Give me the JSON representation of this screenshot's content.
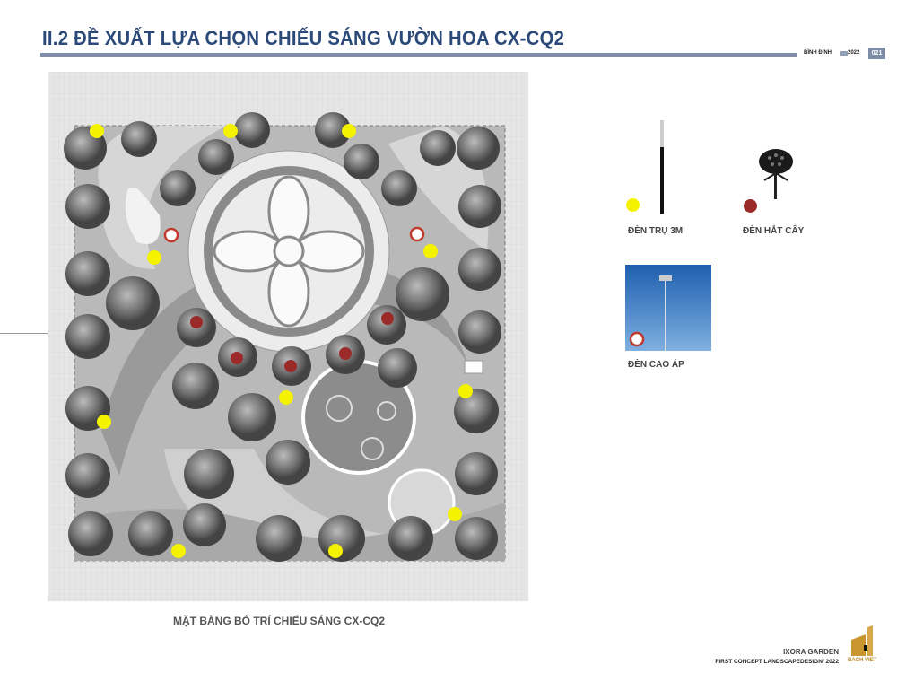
{
  "header": {
    "title": "II.2 ĐỀ XUẤT LỰA CHỌN CHIẾU SÁNG VƯỜN HOA CX-CQ2",
    "location": "BÌNH ĐỊNH",
    "year": "2022",
    "page_number": "021"
  },
  "plan": {
    "caption": "MẶT BẰNG BỐ TRÍ CHIẾU SÁNG CX-CQ2"
  },
  "legend": {
    "items": [
      {
        "label": "ĐÈN TRỤ 3M",
        "color": "#f5f200",
        "icon": "post-light-icon"
      },
      {
        "label": "ĐÈN HẮT CÂY",
        "color": "#9b2a2a",
        "icon": "spotlight-icon"
      },
      {
        "label": "ĐÈN CAO ÁP",
        "color": "#c0392b",
        "icon": "high-mast-light-icon"
      }
    ]
  },
  "footer": {
    "project": "IXORA GARDEN",
    "subtitle": "FIRST CONCEPT LANDSCAPEDESIGN/ 2022",
    "logo_text": "BACH VIET"
  }
}
